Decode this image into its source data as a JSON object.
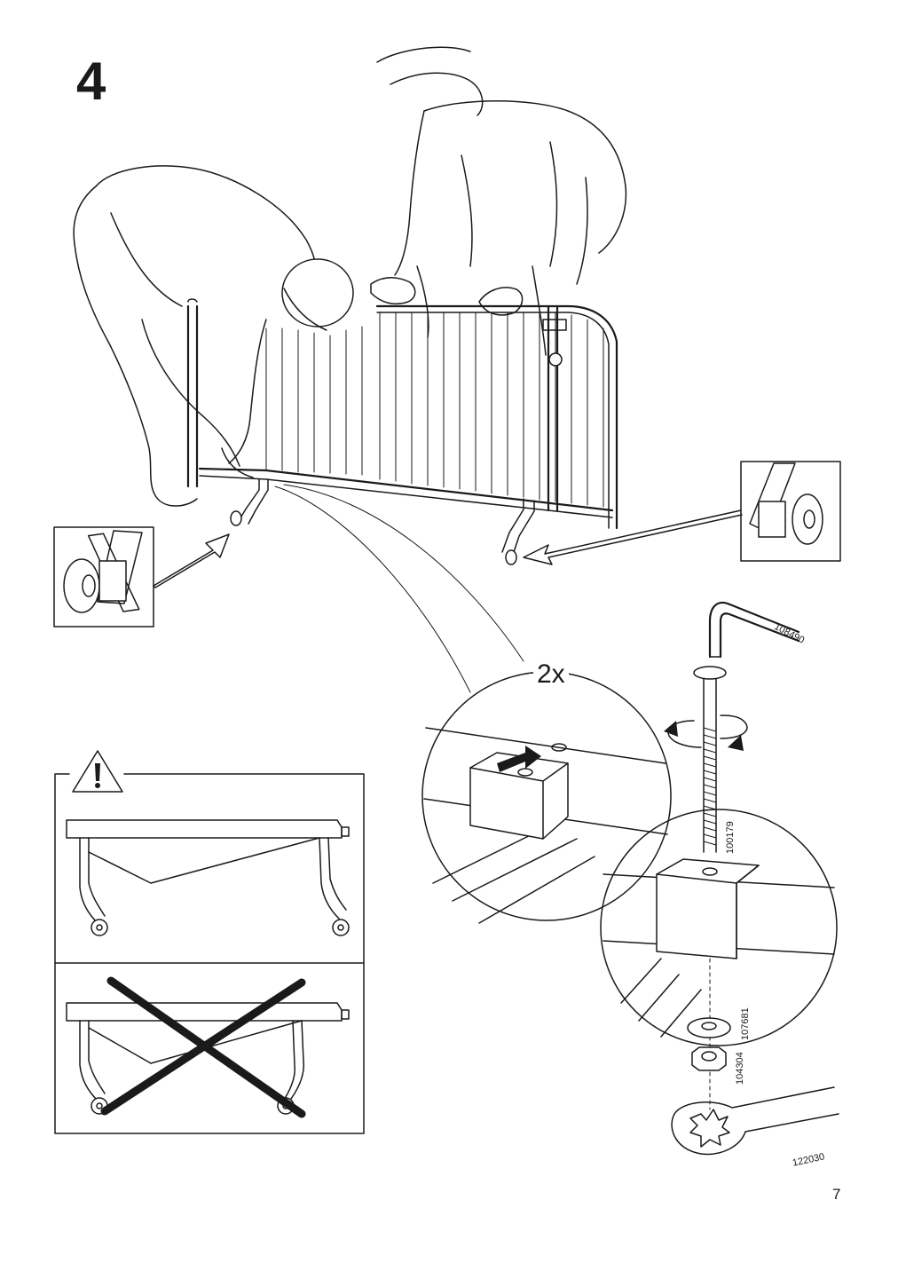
{
  "step": {
    "number": "4"
  },
  "detail": {
    "count": "2x"
  },
  "parts": [
    {
      "id": "108490"
    },
    {
      "id": "100179"
    },
    {
      "id": "107681"
    },
    {
      "id": "104304"
    },
    {
      "id": "122030"
    }
  ],
  "page": {
    "number": "7"
  }
}
